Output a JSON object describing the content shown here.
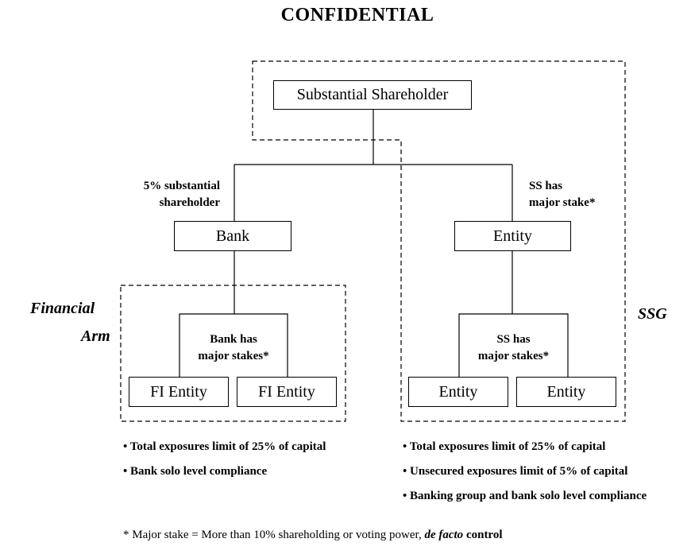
{
  "title": "CONFIDENTIAL",
  "boxes": {
    "top": "Substantial Shareholder",
    "bank": "Bank",
    "entity_mid": "Entity",
    "fi_entity_1": "FI Entity",
    "fi_entity_2": "FI Entity",
    "entity_left": "Entity",
    "entity_right": "Entity"
  },
  "labels": {
    "left_stake_line1": "5% substantial",
    "left_stake_line2": "shareholder",
    "right_stake_line1": "SS has",
    "right_stake_line2": "major stake*",
    "bank_stakes_line1": "Bank has",
    "bank_stakes_line2": "major stakes*",
    "ss_stakes_line1": "SS has",
    "ss_stakes_line2": "major stakes*",
    "financial": "Financial",
    "arm": "Arm",
    "ssg": "SSG"
  },
  "bullets_left": [
    "Total exposures limit of 25% of capital",
    "Bank solo level compliance"
  ],
  "bullets_right": [
    "Total exposures limit of 25% of capital",
    "Unsecured exposures limit of 5% of capital",
    "Banking group and bank solo level compliance"
  ],
  "footnote": {
    "prefix": "* Major stake = More than 10% shareholding or voting power,",
    "emph": "de facto",
    "suffix": "control"
  }
}
